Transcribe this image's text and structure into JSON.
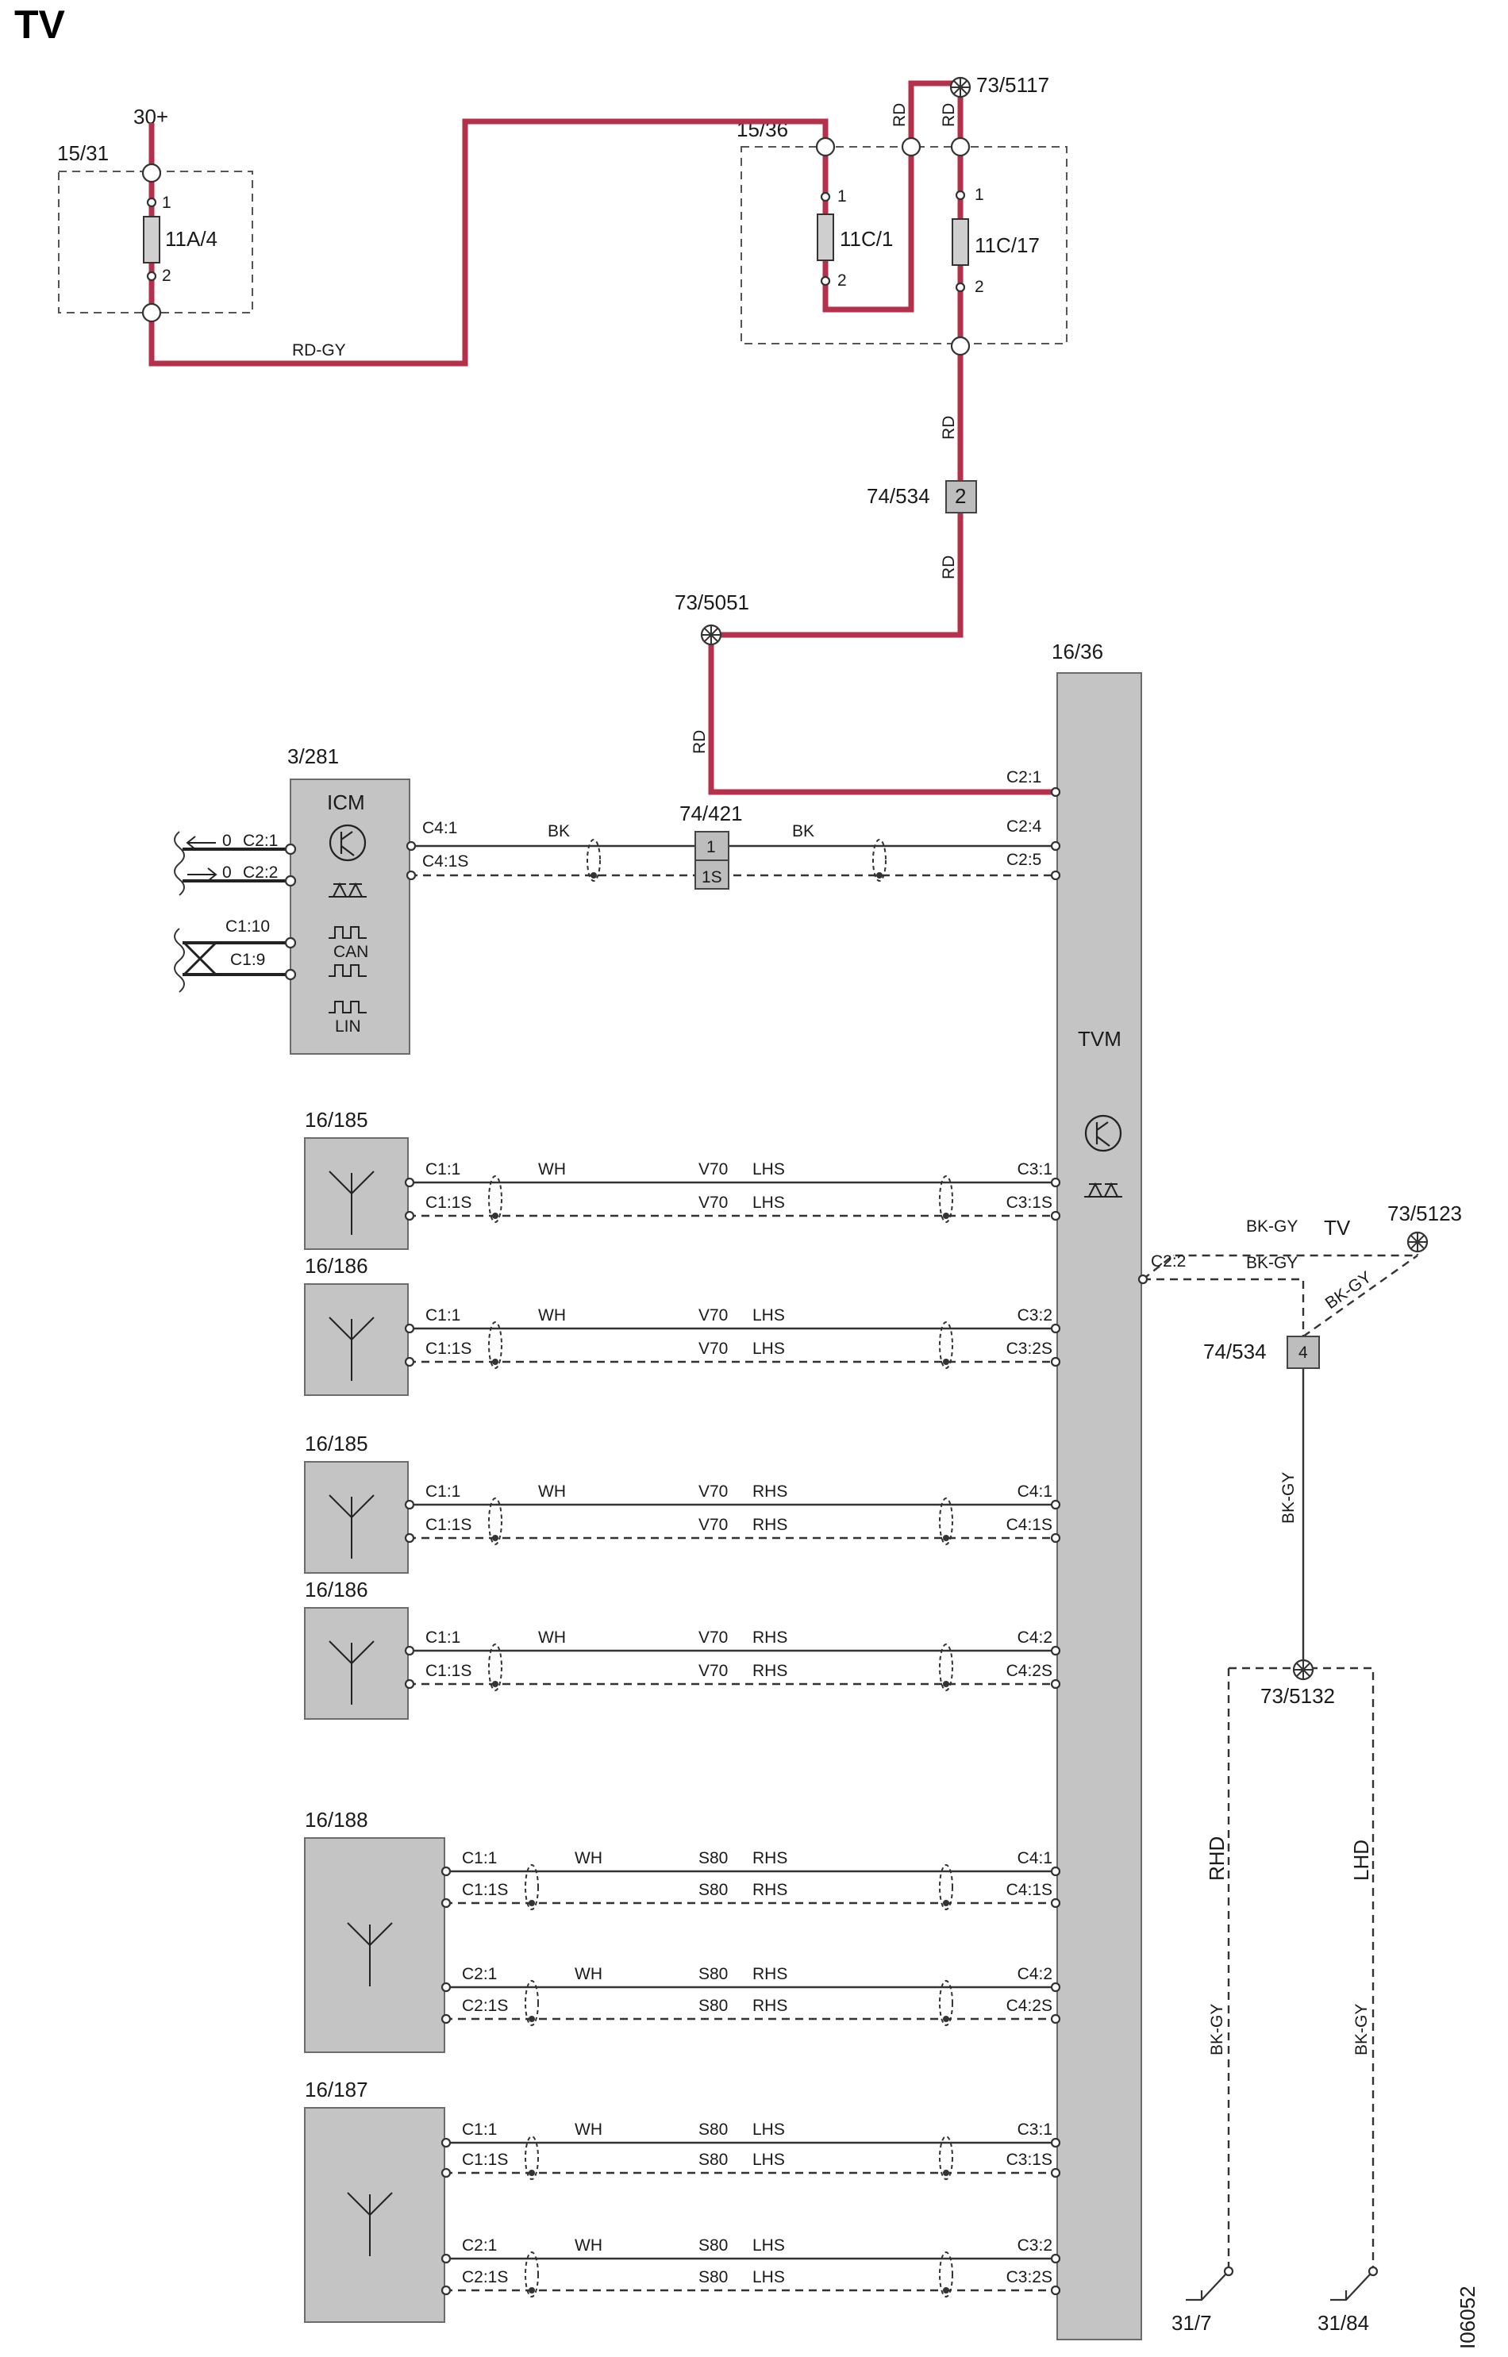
{
  "title": "TV",
  "diagram_id": "I06052",
  "accent_color": "#b5304a",
  "labels": {
    "supply": "30+",
    "fuse_box_left": "15/31",
    "fuse_box_right": "15/36",
    "fuse_a": "11A/4",
    "fuse_b": "11C/1",
    "fuse_c": "11C/17",
    "pin_1": "1",
    "pin_2": "2",
    "splice_top": "73/5117",
    "splice_mid": "73/5051",
    "connector_534": "74/534",
    "connector_534_pin_2": "2",
    "connector_534_pin_4": "4",
    "connector_421": "74/421",
    "connector_421_pin_1": "1",
    "connector_421_pin_1s": "1S",
    "splice_tv": "73/5123",
    "splice_ground": "73/5132",
    "ground_rhd": "31/7",
    "ground_lhd": "31/84",
    "tvm_id": "16/36",
    "tvm_name": "TVM",
    "icm_id": "3/281",
    "icm_name": "ICM",
    "can": "CAN",
    "lin": "LIN",
    "tv_tag": "TV",
    "rhd": "RHD",
    "lhd": "LHD"
  },
  "wire_colors": {
    "rd": "RD",
    "rd_gy": "RD-GY",
    "bk": "BK",
    "wh": "WH",
    "bk_gy": "BK-GY"
  },
  "icm_pins": {
    "c2_1": "C2:1",
    "c2_2": "C2:2",
    "c1_10": "C1:10",
    "c1_9": "C1:9",
    "zero": "0",
    "c4_1": "C4:1",
    "c4_1s": "C4:1S"
  },
  "tvm_pins": {
    "c2_1": "C2:1",
    "c2_4": "C2:4",
    "c2_5": "C2:5",
    "c2_2": "C2:2"
  },
  "antennas": [
    {
      "id": "16/185",
      "rows": [
        {
          "left": "C1:1",
          "color": "WH",
          "model": "V70",
          "side": "LHS",
          "right": "C3:1"
        },
        {
          "left": "C1:1S",
          "color": "",
          "model": "V70",
          "side": "LHS",
          "right": "C3:1S"
        }
      ]
    },
    {
      "id": "16/186",
      "rows": [
        {
          "left": "C1:1",
          "color": "WH",
          "model": "V70",
          "side": "LHS",
          "right": "C3:2"
        },
        {
          "left": "C1:1S",
          "color": "",
          "model": "V70",
          "side": "LHS",
          "right": "C3:2S"
        }
      ]
    },
    {
      "id": "16/185",
      "rows": [
        {
          "left": "C1:1",
          "color": "WH",
          "model": "V70",
          "side": "RHS",
          "right": "C4:1"
        },
        {
          "left": "C1:1S",
          "color": "",
          "model": "V70",
          "side": "RHS",
          "right": "C4:1S"
        }
      ]
    },
    {
      "id": "16/186",
      "rows": [
        {
          "left": "C1:1",
          "color": "WH",
          "model": "V70",
          "side": "RHS",
          "right": "C4:2"
        },
        {
          "left": "C1:1S",
          "color": "",
          "model": "V70",
          "side": "RHS",
          "right": "C4:2S"
        }
      ]
    },
    {
      "id": "16/188",
      "rows": [
        {
          "left": "C1:1",
          "color": "WH",
          "model": "S80",
          "side": "RHS",
          "right": "C4:1"
        },
        {
          "left": "C1:1S",
          "color": "",
          "model": "S80",
          "side": "RHS",
          "right": "C4:1S"
        },
        {
          "left": "C2:1",
          "color": "WH",
          "model": "S80",
          "side": "RHS",
          "right": "C4:2"
        },
        {
          "left": "C2:1S",
          "color": "",
          "model": "S80",
          "side": "RHS",
          "right": "C4:2S"
        }
      ]
    },
    {
      "id": "16/187",
      "rows": [
        {
          "left": "C1:1",
          "color": "WH",
          "model": "S80",
          "side": "LHS",
          "right": "C3:1"
        },
        {
          "left": "C1:1S",
          "color": "",
          "model": "S80",
          "side": "LHS",
          "right": "C3:1S"
        },
        {
          "left": "C2:1",
          "color": "WH",
          "model": "S80",
          "side": "LHS",
          "right": "C3:2"
        },
        {
          "left": "C2:1S",
          "color": "",
          "model": "S80",
          "side": "LHS",
          "right": "C3:2S"
        }
      ]
    }
  ]
}
